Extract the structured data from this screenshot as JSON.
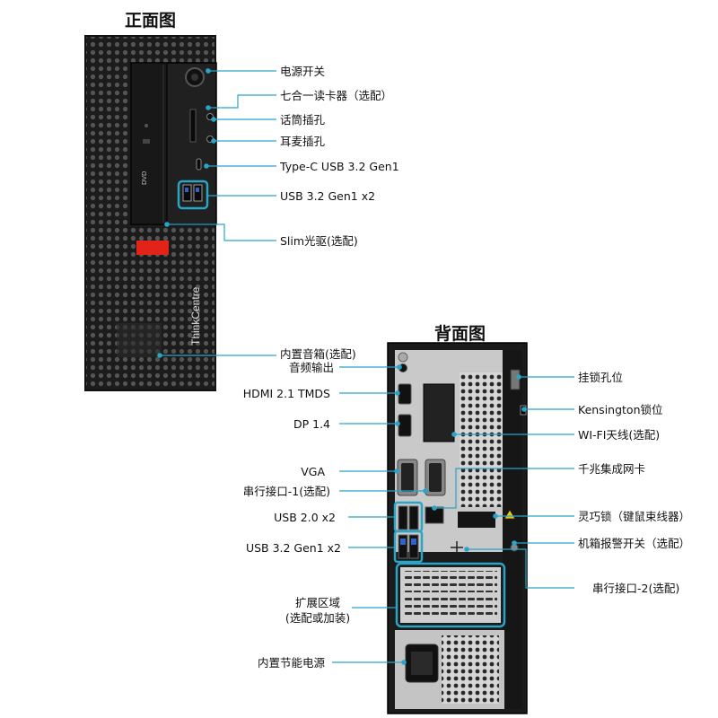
{
  "front": {
    "title": "正面图",
    "brand": "ThinkCentre",
    "dvd_logo": "DVD",
    "labels": {
      "power": "电源开关",
      "card_reader": "七合一读卡器（选配）",
      "mic": "话筒插孔",
      "headphone": "耳麦插孔",
      "typec": "Type-C USB 3.2 Gen1",
      "usb32": "USB 3.2 Gen1 x2",
      "optical": "Slim光驱(选配)",
      "speaker": "内置音箱(选配)"
    }
  },
  "back": {
    "title": "背面图",
    "labels": {
      "audio_out": "音频输出",
      "hdmi": "HDMI 2.1 TMDS",
      "dp": "DP 1.4",
      "vga": "VGA",
      "serial1": "串行接口-1(选配)",
      "usb20": "USB 2.0 x2",
      "usb32": "USB 3.2 Gen1 x2",
      "expansion_1": "扩展区域",
      "expansion_2": "(选配或加装)",
      "psu": "内置节能电源",
      "padlock": "挂锁孔位",
      "kensington": "Kensington锁位",
      "wifi": "WI-FI天线(选配)",
      "lan": "千兆集成网卡",
      "cable_lock": "灵巧锁（键鼠束线器）",
      "intrusion": "机箱报警开关（选配）",
      "serial2": "串行接口-2(选配)"
    }
  },
  "colors": {
    "callout": "#2aa5c8",
    "chassis": "#1d1d1d",
    "accent_red": "#e2231a",
    "panel_silver": "#c9c9c9"
  }
}
